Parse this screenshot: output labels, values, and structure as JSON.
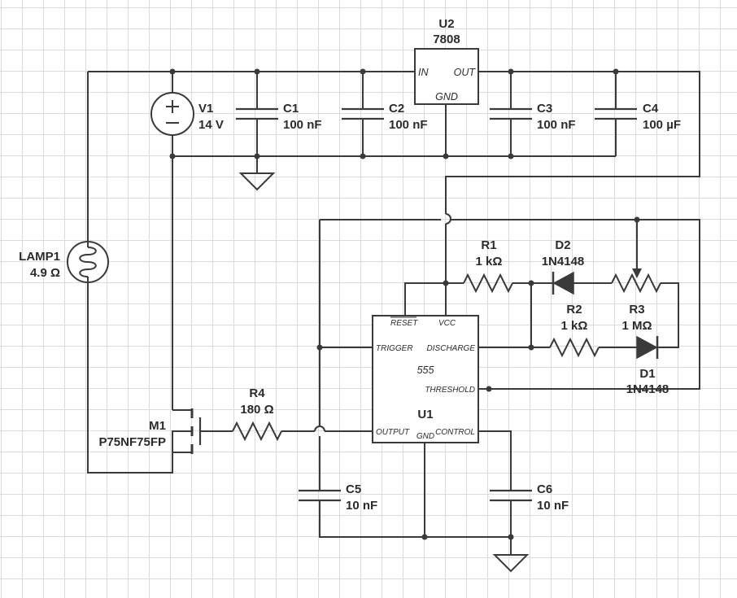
{
  "components": {
    "u2": {
      "ref": "U2",
      "value": "7808",
      "pin_in": "IN",
      "pin_out": "OUT",
      "pin_gnd": "GND"
    },
    "v1": {
      "ref": "V1",
      "value": "14 V"
    },
    "c1": {
      "ref": "C1",
      "value": "100 nF"
    },
    "c2": {
      "ref": "C2",
      "value": "100 nF"
    },
    "c3": {
      "ref": "C3",
      "value": "100 nF"
    },
    "c4": {
      "ref": "C4",
      "value": "100 µF"
    },
    "lamp1": {
      "ref": "LAMP1",
      "value": "4.9 Ω"
    },
    "r1": {
      "ref": "R1",
      "value": "1 kΩ"
    },
    "d2": {
      "ref": "D2",
      "value": "1N4148"
    },
    "r2": {
      "ref": "R2",
      "value": "1 kΩ"
    },
    "r3": {
      "ref": "R3",
      "value": "1 MΩ"
    },
    "d1": {
      "ref": "D1",
      "value": "1N4148"
    },
    "m1": {
      "ref": "M1",
      "value": "P75NF75FP"
    },
    "r4": {
      "ref": "R4",
      "value": "180 Ω"
    },
    "u1": {
      "ref": "U1",
      "value": "555",
      "pin_reset": "RESET",
      "pin_vcc": "VCC",
      "pin_trigger": "TRIGGER",
      "pin_discharge": "DISCHARGE",
      "pin_threshold": "THRESHOLD",
      "pin_output": "OUTPUT",
      "pin_gnd": "GND",
      "pin_control": "CONTROL"
    },
    "c5": {
      "ref": "C5",
      "value": "10 nF"
    },
    "c6": {
      "ref": "C6",
      "value": "10 nF"
    }
  }
}
